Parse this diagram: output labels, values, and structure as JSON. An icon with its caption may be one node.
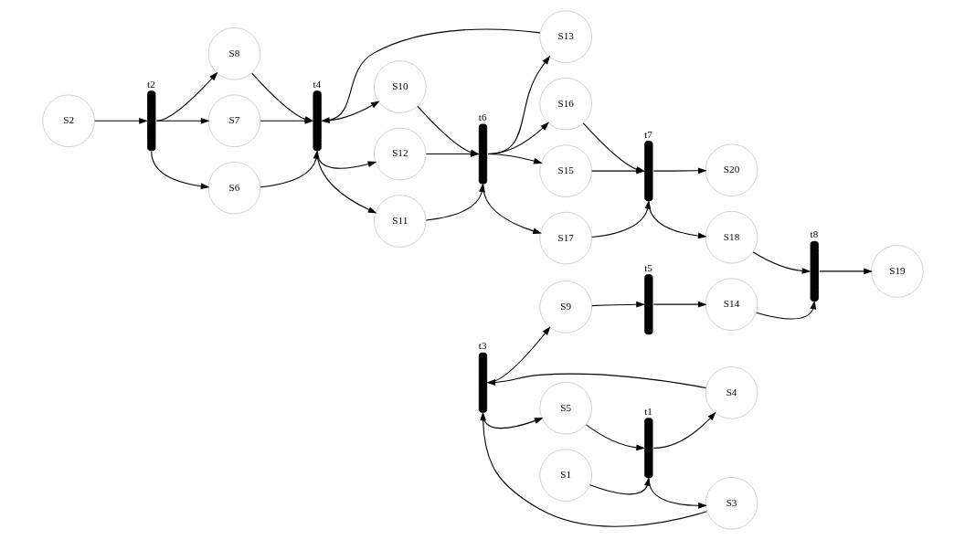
{
  "diagram": {
    "nodes": [
      {
        "text": [
          "S2"
        ]
      },
      {
        "text": [],
        "shape": "bar",
        "beside": [
          "t2"
        ]
      },
      {
        "text": [
          "S8"
        ]
      },
      {
        "text": [
          "S7"
        ]
      },
      {
        "text": [
          "S6"
        ]
      },
      {
        "text": [
          "S13"
        ]
      },
      {
        "text": [],
        "shape": "bar",
        "beside": [
          "t4"
        ]
      },
      {
        "text": [
          "S12"
        ]
      },
      {
        "text": [
          "S11"
        ]
      },
      {
        "text": [
          "S10"
        ]
      },
      {
        "text": [],
        "shape": "bar",
        "beside": [
          "t6"
        ]
      },
      {
        "text": [
          "S17"
        ]
      },
      {
        "text": [
          "S16"
        ]
      },
      {
        "text": [
          "S15"
        ]
      },
      {
        "text": [],
        "shape": "bar",
        "beside": [
          "t7"
        ]
      },
      {
        "text": [
          "S20"
        ]
      },
      {
        "text": [
          "S18"
        ]
      },
      {
        "text": [],
        "shape": "bar",
        "beside": [
          "t8"
        ]
      },
      {
        "text": [
          "S19"
        ]
      },
      {
        "text": [
          "S1"
        ]
      },
      {
        "text": [],
        "shape": "bar",
        "beside": [
          "t1"
        ]
      },
      {
        "text": [
          "S5"
        ]
      },
      {
        "text": [
          "S4"
        ]
      },
      {
        "text": [
          "S3"
        ]
      },
      {
        "text": [],
        "shape": "bar",
        "beside": [
          "t3"
        ]
      },
      {
        "text": [
          "S9"
        ]
      },
      {
        "text": [],
        "shape": "bar",
        "beside": [
          "t5"
        ]
      },
      {
        "text": [
          "S14"
        ]
      }
    ],
    "edges": [
      {
        "from": 0,
        "to": 1,
        "arrow": "to"
      },
      {
        "from": 1,
        "to": 2,
        "arrow": "to"
      },
      {
        "from": 1,
        "to": 3,
        "arrow": "to"
      },
      {
        "from": 1,
        "to": 4,
        "arrow": "to"
      },
      {
        "from": 2,
        "to": 6,
        "arrow": "to"
      },
      {
        "from": 3,
        "to": 6,
        "arrow": "to"
      },
      {
        "from": 4,
        "to": 6,
        "arrow": "to"
      },
      {
        "from": 5,
        "to": 6,
        "arrow": "to"
      },
      {
        "from": 6,
        "to": 7,
        "arrow": "to"
      },
      {
        "from": 6,
        "to": 8,
        "arrow": "to"
      },
      {
        "from": 6,
        "to": 9,
        "arrow": "to"
      },
      {
        "from": 7,
        "to": 10,
        "arrow": "to"
      },
      {
        "from": 8,
        "to": 10,
        "arrow": "to"
      },
      {
        "from": 9,
        "to": 10,
        "arrow": "to"
      },
      {
        "from": 10,
        "to": 5,
        "arrow": "to"
      },
      {
        "from": 10,
        "to": 11,
        "arrow": "to"
      },
      {
        "from": 10,
        "to": 12,
        "arrow": "to"
      },
      {
        "from": 10,
        "to": 13,
        "arrow": "to"
      },
      {
        "from": 11,
        "to": 14,
        "arrow": "to"
      },
      {
        "from": 12,
        "to": 14,
        "arrow": "to"
      },
      {
        "from": 13,
        "to": 14,
        "arrow": "to"
      },
      {
        "from": 14,
        "to": 15,
        "arrow": "to"
      },
      {
        "from": 14,
        "to": 16,
        "arrow": "to"
      },
      {
        "from": 16,
        "to": 17,
        "arrow": "to"
      },
      {
        "from": 27,
        "to": 17,
        "arrow": "to"
      },
      {
        "from": 17,
        "to": 18,
        "arrow": "to"
      },
      {
        "from": 19,
        "to": 20,
        "arrow": "to"
      },
      {
        "from": 21,
        "to": 20,
        "arrow": "to"
      },
      {
        "from": 20,
        "to": 22,
        "arrow": "to"
      },
      {
        "from": 20,
        "to": 23,
        "arrow": "to"
      },
      {
        "from": 22,
        "to": 24,
        "arrow": "to"
      },
      {
        "from": 23,
        "to": 24,
        "arrow": "to"
      },
      {
        "from": 24,
        "to": 21,
        "arrow": "to"
      },
      {
        "from": 24,
        "to": 25,
        "arrow": "to"
      },
      {
        "from": 25,
        "to": 26,
        "arrow": "to"
      },
      {
        "from": 26,
        "to": 27,
        "arrow": "to"
      }
    ]
  }
}
